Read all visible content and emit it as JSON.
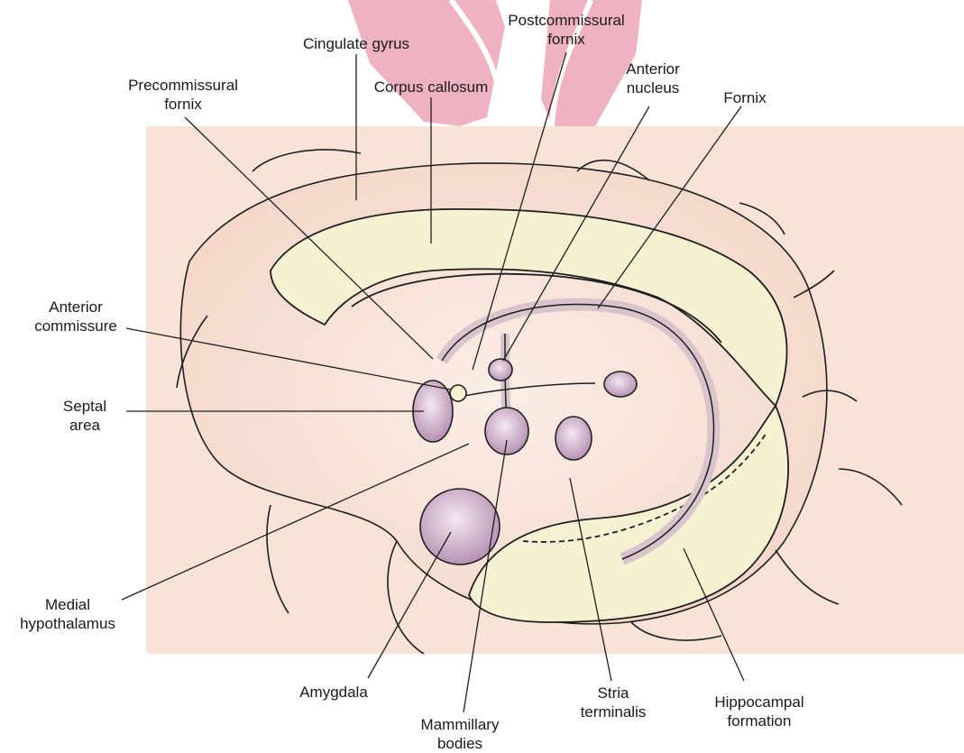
{
  "labels": {
    "cingulate_gyrus": "Cingulate gyrus",
    "postcommissural_fornix": "Postcommissural\nfornix",
    "precommissural_fornix": "Precommissural\nfornix",
    "corpus_callosum": "Corpus callosum",
    "anterior_nucleus": "Anterior\nnucleus",
    "fornix": "Fornix",
    "anterior_commissure": "Anterior\ncommissure",
    "septal_area": "Septal\narea",
    "medial_hypothalamus": "Medial\nhypothalamus",
    "amygdala": "Amygdala",
    "mammillary_bodies": "Mammillary\nbodies",
    "stria_terminalis": "Stria\nterminalis",
    "hippocampal_formation": "Hippocampal\nformation"
  },
  "colors": {
    "background_tissue": "#f8e3d6",
    "gyrus_tissue": "#f6d9cb",
    "white_matter": "#f7f1d3",
    "nuclei": "#c9a6c3",
    "tract": "#d9c3cc",
    "watermark": "#e58ea3",
    "outline": "#1e1e1e"
  }
}
